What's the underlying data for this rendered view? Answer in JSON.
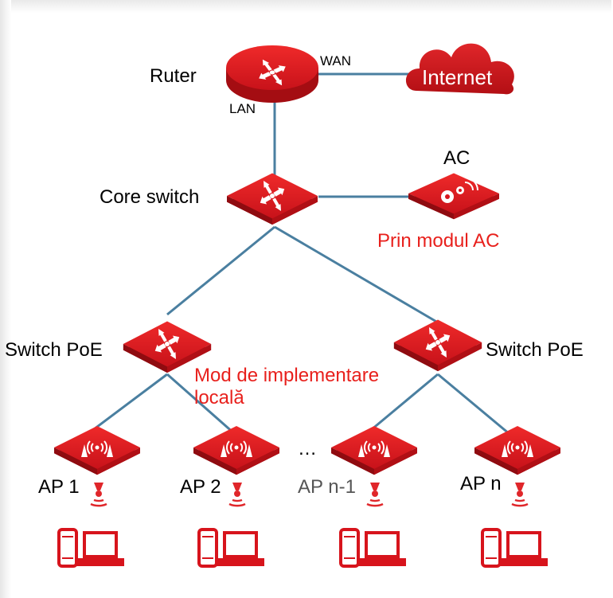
{
  "labels": {
    "router": "Ruter",
    "wan": "WAN",
    "lan": "LAN",
    "internet": "Internet",
    "ac": "AC",
    "core_switch": "Core switch",
    "ac_mode": "Prin modul AC",
    "switch_poe_left": "Switch PoE",
    "switch_poe_right": "Switch PoE",
    "local_mode_line1": "Mod de implementare",
    "local_mode_line2": "locală",
    "ellipsis": "…",
    "ap1": "AP 1",
    "ap2": "AP 2",
    "apn1": "AP n-1",
    "apn": "AP n"
  },
  "colors": {
    "device_red": "#d7141c",
    "device_dark": "#a40d12",
    "link": "#4a7fa0",
    "annotation_red": "#e8201c"
  },
  "icons": {
    "router": "router-icon",
    "cloud": "cloud-icon",
    "switch": "switch-icon",
    "ac": "access-controller-icon",
    "ap": "access-point-icon",
    "client": "phone-laptop-icon"
  }
}
